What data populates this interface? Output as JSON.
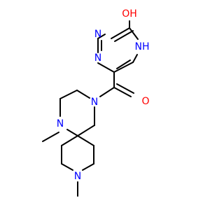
{
  "colors": {
    "bond": "#000000",
    "carbon": "#000000",
    "nitrogen": "#0000ff",
    "oxygen": "#ff0000",
    "background": "#ffffff"
  },
  "atoms": [
    {
      "id": "o-hydroxyl",
      "element": "O",
      "label": "OH"
    },
    {
      "id": "n-pyrazine-nh",
      "element": "N",
      "label": "NH"
    },
    {
      "id": "n-pyrazine-top",
      "element": "N",
      "label": "N"
    },
    {
      "id": "n-pyrazine-bottom",
      "element": "N",
      "label": "N"
    },
    {
      "id": "o-carbonyl",
      "element": "O",
      "label": "O"
    },
    {
      "id": "n-amide",
      "element": "N",
      "label": "N"
    },
    {
      "id": "n-methyl-spiro",
      "element": "N",
      "label": "N"
    },
    {
      "id": "n-methyl-piperidine",
      "element": "N",
      "label": "N"
    }
  ]
}
